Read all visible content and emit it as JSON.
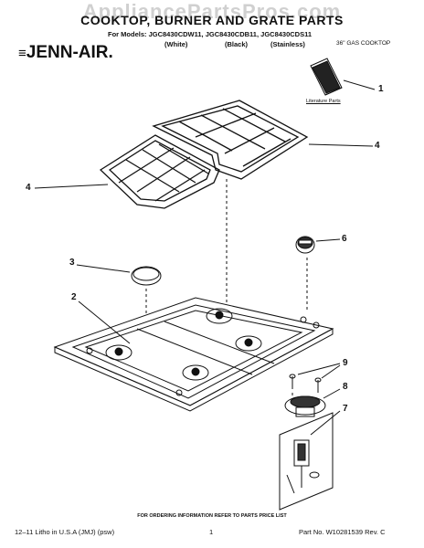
{
  "header": {
    "watermark": "AppliancePartsPros.com",
    "title": "COOKTOP, BURNER AND GRATE PARTS",
    "models": "For Models: JGC8430CDW11, JGC8430CDB11, JGC8430CDS11",
    "colors": [
      "(White)",
      "(Black)",
      "(Stainless)"
    ],
    "brand": "JENN-AIR.",
    "product": "36\" GAS COOKTOP"
  },
  "diagram": {
    "literature_label": "Literature Parts",
    "callouts": [
      {
        "id": "1"
      },
      {
        "id": "4a",
        "label": "4"
      },
      {
        "id": "4b",
        "label": "4"
      },
      {
        "id": "6"
      },
      {
        "id": "3"
      },
      {
        "id": "2"
      },
      {
        "id": "9"
      },
      {
        "id": "8"
      },
      {
        "id": "7"
      }
    ],
    "labels": {
      "c1": "1",
      "c4r": "4",
      "c4l": "4",
      "c6": "6",
      "c3": "3",
      "c2": "2",
      "c9": "9",
      "c8": "8",
      "c7": "7"
    }
  },
  "footer": {
    "order_info": "FOR ORDERING INFORMATION REFER TO PARTS PRICE LIST",
    "print_info": "12–11 Litho in U.S.A (JMJ) (psw)",
    "page": "1",
    "part_no": "Part No. W10281539 Rev. C"
  },
  "colors": {
    "ink": "#111111",
    "watermark": "#969696"
  }
}
